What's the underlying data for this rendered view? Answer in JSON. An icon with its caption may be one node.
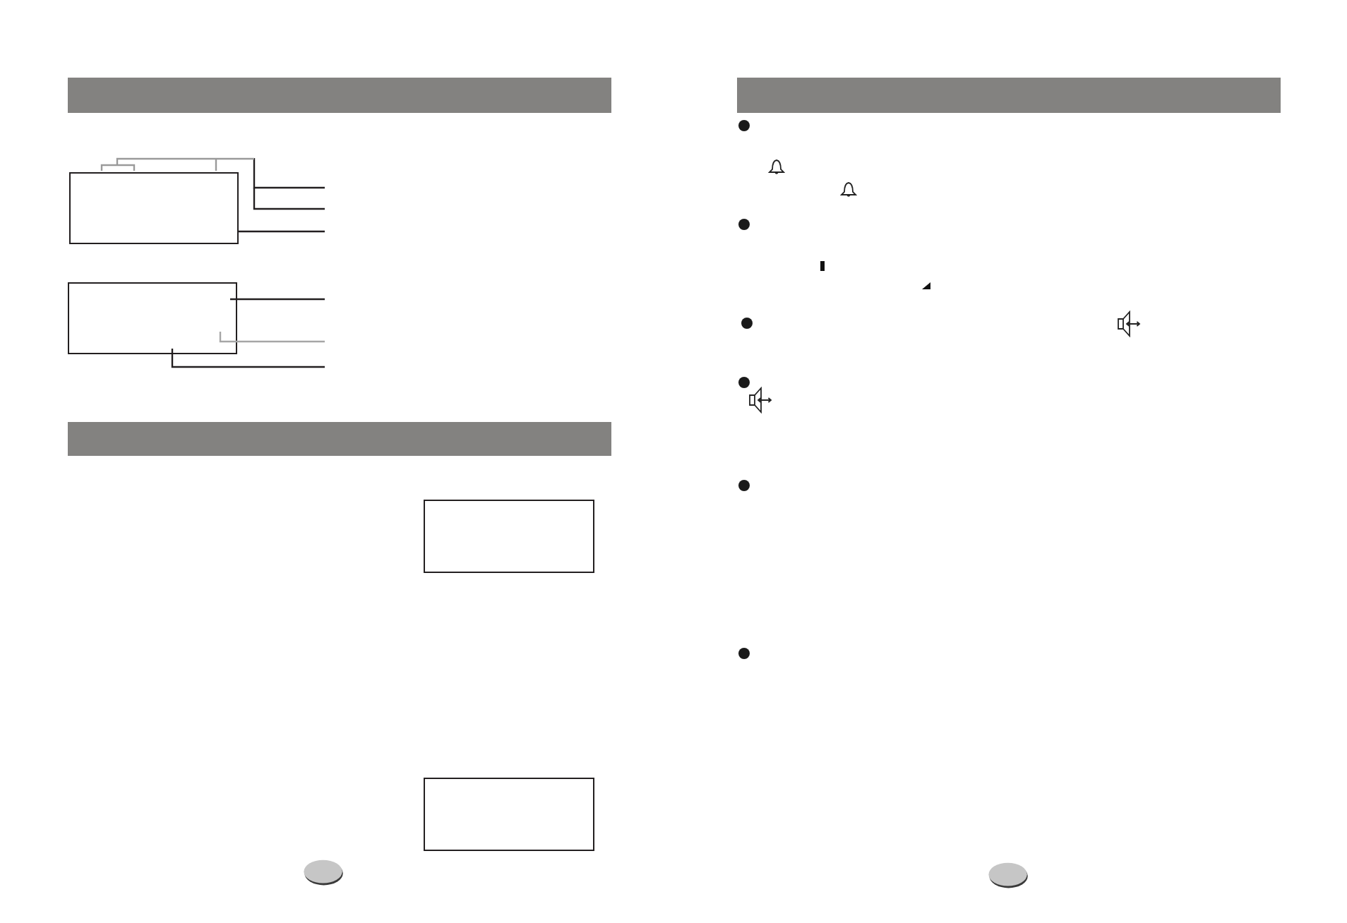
{
  "diagram": {
    "nodes": [
      {
        "text": [],
        "shape": "band"
      },
      {
        "text": [],
        "shape": "box"
      },
      {
        "text": [],
        "shape": "box"
      },
      {
        "text": [],
        "shape": "band"
      },
      {
        "text": [],
        "shape": "box"
      },
      {
        "text": [],
        "shape": "box"
      },
      {
        "text": [],
        "shape": "ellipse"
      },
      {
        "text": [],
        "shape": "band"
      },
      {
        "text": [],
        "shape": "ellipse"
      }
    ],
    "edges": [
      {
        "from": null,
        "to": 1,
        "arrow": "none"
      },
      {
        "from": null,
        "to": 1,
        "arrow": "none"
      },
      {
        "from": null,
        "to": 1,
        "arrow": "none"
      },
      {
        "from": null,
        "to": 2,
        "arrow": "none"
      },
      {
        "from": null,
        "to": 2,
        "arrow": "none",
        "color": "#a6a6a6"
      },
      {
        "from": null,
        "to": 2,
        "arrow": "none"
      }
    ]
  }
}
